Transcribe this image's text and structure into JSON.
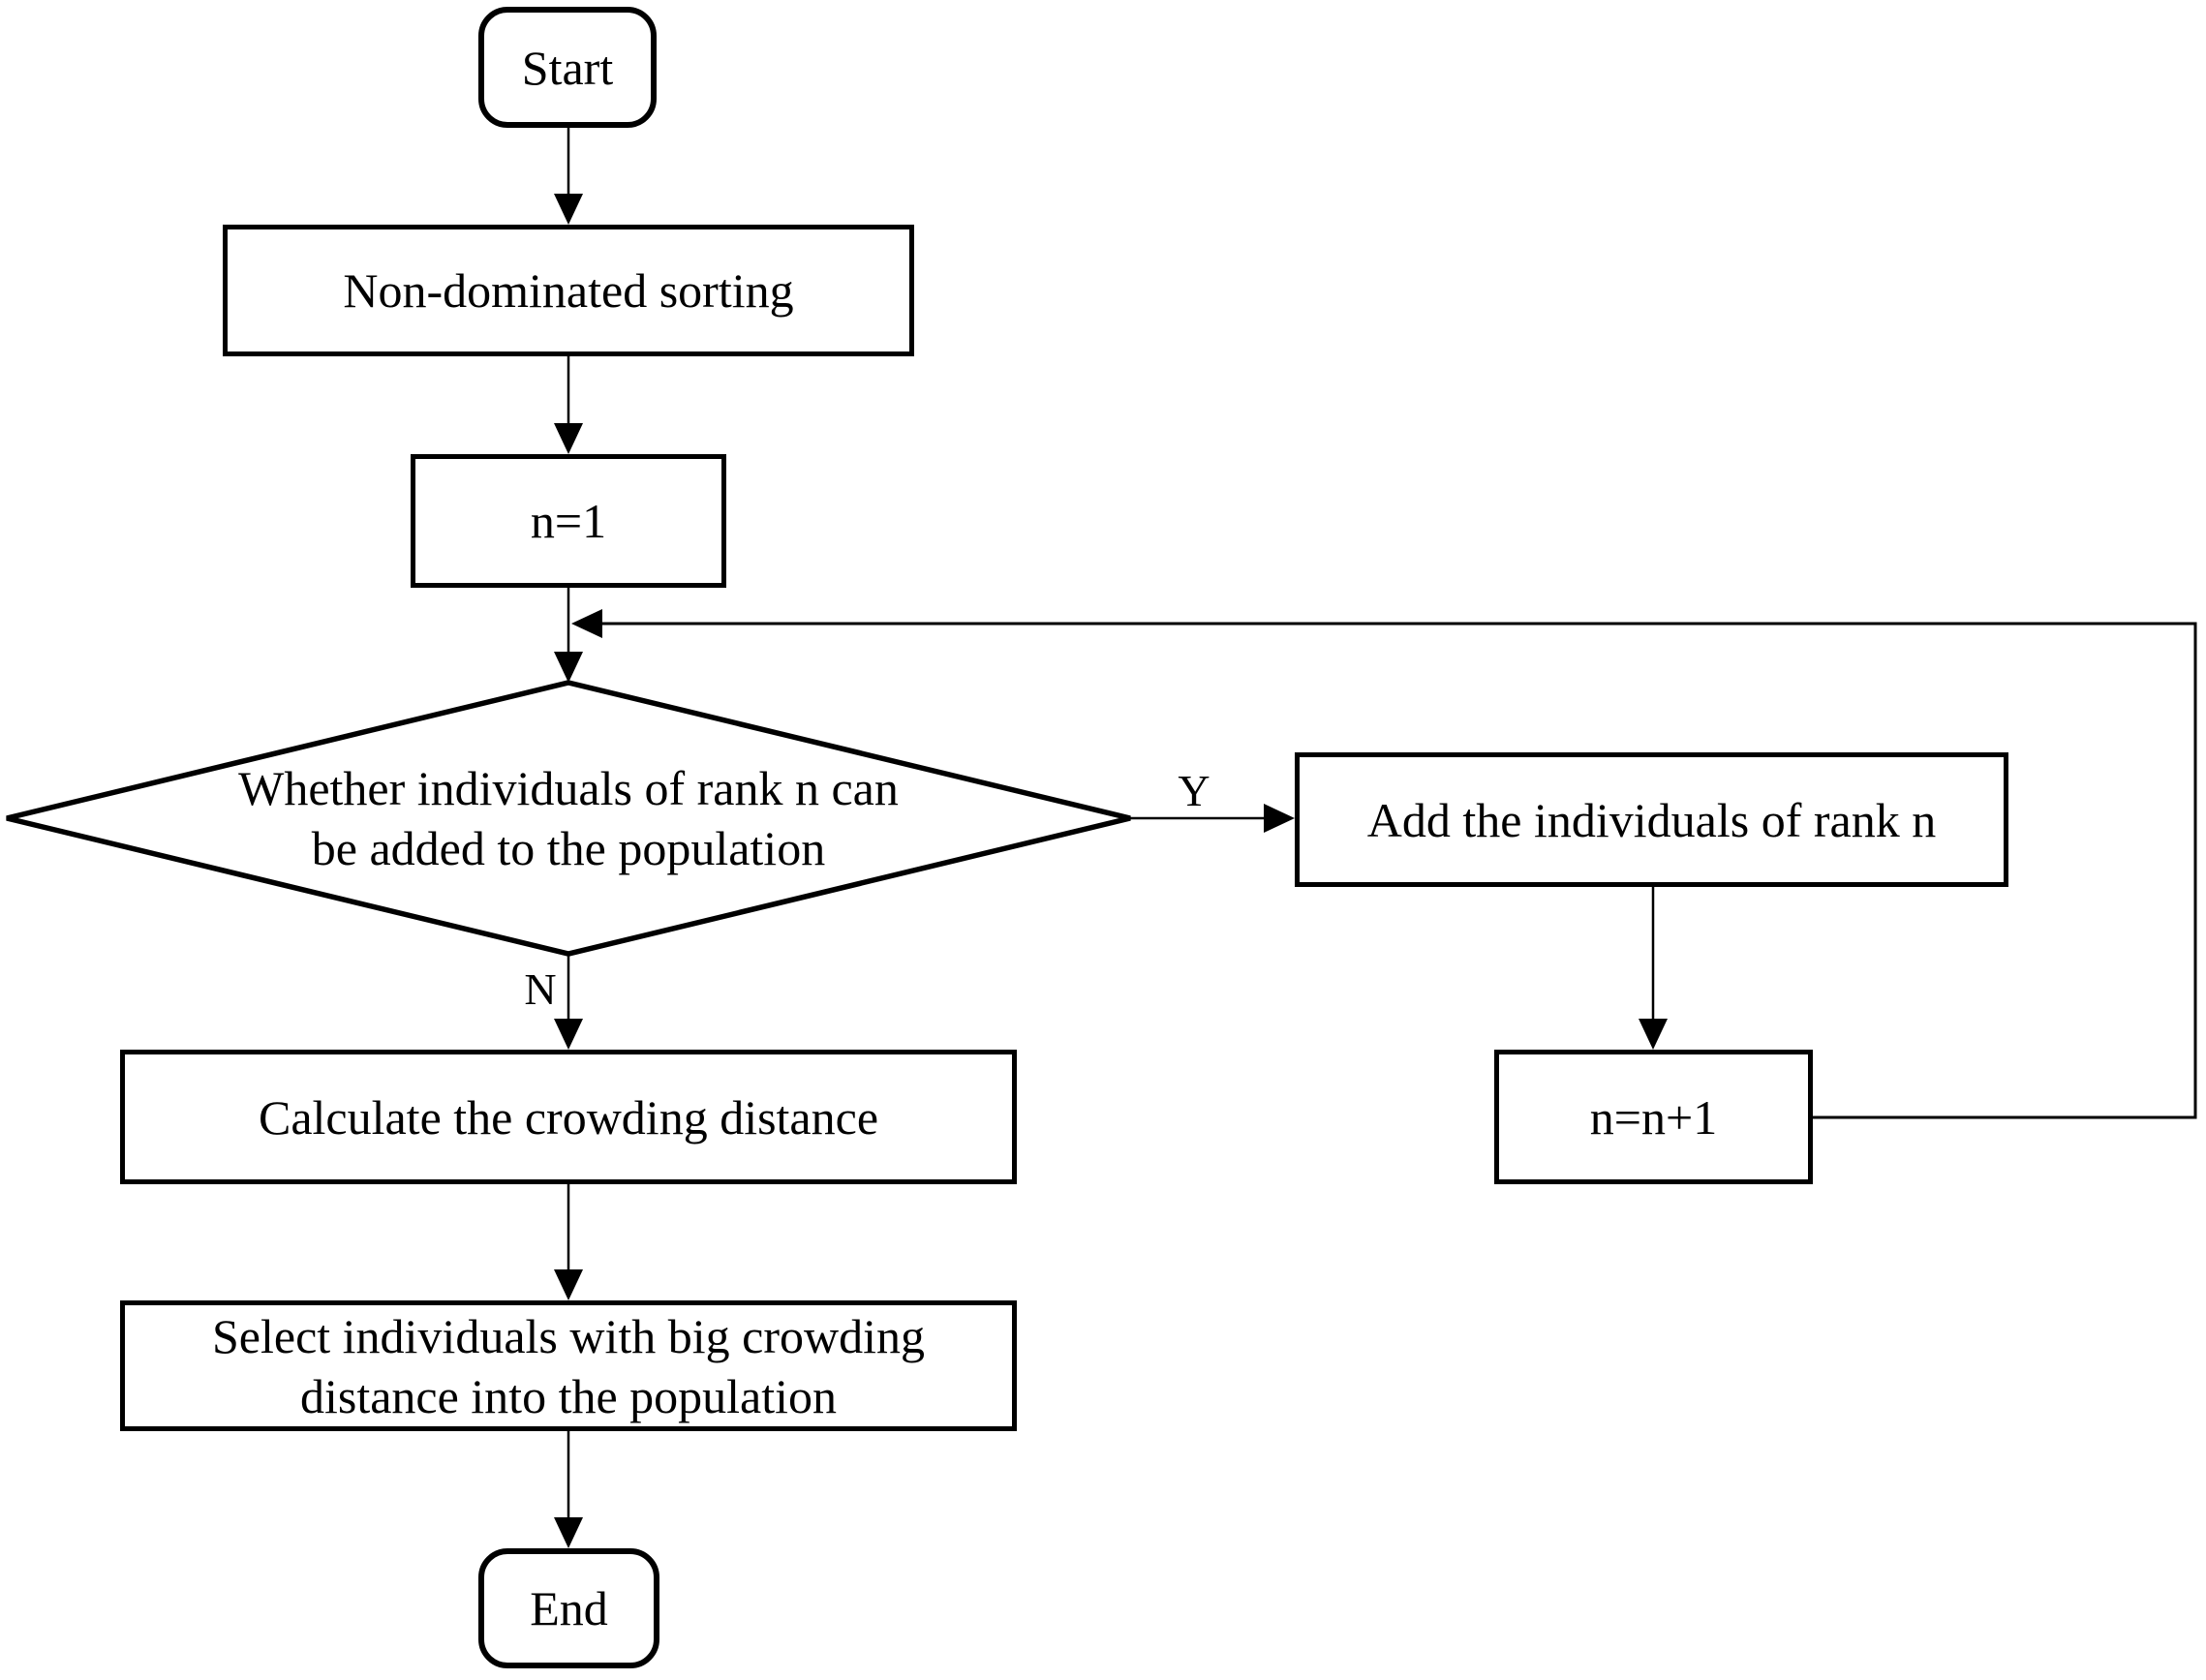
{
  "canvas": {
    "background_color": "#ffffff",
    "line_color": "#000000",
    "text_color": "#000000"
  },
  "nodes": {
    "start": {
      "label": "Start"
    },
    "sorting": {
      "label": "Non-dominated sorting"
    },
    "init": {
      "label": "n=1"
    },
    "decision": {
      "line1": "Whether individuals of rank n can",
      "line2": "be added to the population"
    },
    "add": {
      "label": "Add the individuals of rank n"
    },
    "increment": {
      "label": "n=n+1"
    },
    "calculate": {
      "label": "Calculate the crowding distance"
    },
    "select": {
      "line1": "Select individuals with big crowding",
      "line2": "distance into the population"
    },
    "end": {
      "label": "End"
    }
  },
  "branch_labels": {
    "yes": "Y",
    "no": "N"
  }
}
